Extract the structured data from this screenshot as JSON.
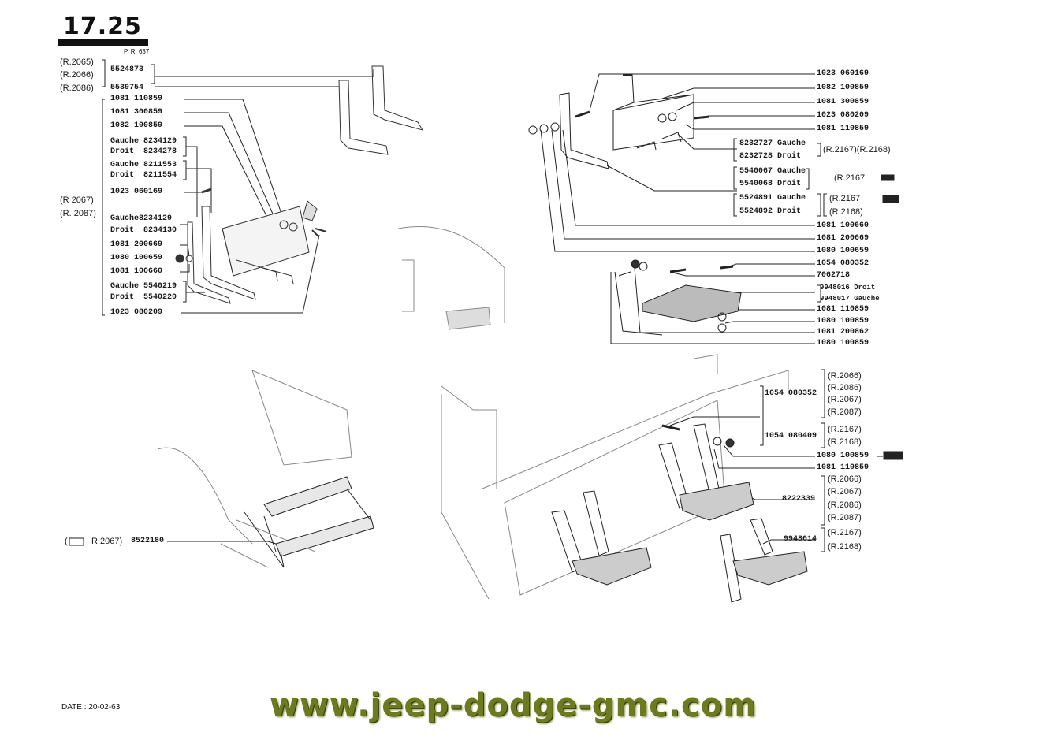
{
  "header": {
    "page_number": "17.25",
    "ref": "P. R. 637"
  },
  "footer": {
    "date": "DATE : 20-02-63",
    "website": "www.jeep-dodge-gmc.com"
  },
  "left_group": {
    "variants_top": [
      "(R.2065)",
      "(R.2066)",
      "(R.2086)"
    ],
    "parts": {
      "p1": "5524873",
      "p2": "5539754",
      "p3": "1081 110859",
      "p4": "1081 300859",
      "p5": "1082 100859",
      "p6a": "Gauche 8234129",
      "p6b": "Droit  8234278",
      "p7a": "Gauche 8211553",
      "p7b": "Droit  8211554",
      "p8": "1023 060169",
      "p9a": "Gauche8234129",
      "p9b": "Droit  8234130",
      "p10": "1081 200669",
      "p11": "1080 100659",
      "p12": "1081 100660",
      "p13a": "Gauche 5540219",
      "p13b": "Droit  5540220",
      "p14": "1023 080209"
    },
    "variants_mid": [
      "(R 2067)",
      "(R. 2087)"
    ]
  },
  "right_top_group": {
    "parts": {
      "a1": "1023 060169",
      "a2": "1082 100859",
      "a3": "1081 300859",
      "a4": "1023 080209",
      "a5": "1081 110859",
      "a6a": "8232727 Gauche",
      "a6b": "8232728 Droit",
      "a6v": "(R.2167)(R.2168)",
      "a7a": "5540067 Gauche",
      "a7b": "5540068 Droit",
      "a7v": "(R.2167",
      "a8a": "5524891 Gauche",
      "a8b": "5524892 Droit",
      "a8v1": "(R.2167",
      "a8v2": "(R.2168)",
      "a9": "1081 100660",
      "a10": "1081 200669",
      "a11": "1080 100659"
    }
  },
  "right_mid_group": {
    "parts": {
      "b1": "1054 080352",
      "b2": "7062718",
      "b3a": "9948016 Droit",
      "b3b": "9948017 Gauche",
      "b4": "1081 110859",
      "b5": "1080 100859",
      "b6": "1081 200862",
      "b7": "1080 100859"
    }
  },
  "right_low_group": {
    "parts": {
      "c1": "1054 080352",
      "c1v": [
        "(R.2066)",
        "(R.2086)",
        "(R.2067)",
        "(R.2087)"
      ],
      "c2": "1054 080409",
      "c2v": [
        "(R.2167)",
        "(R.2168)"
      ],
      "c3": "1080 100859",
      "c4": "1081 110859",
      "c5": "8222339",
      "c5v": [
        "(R.2066)",
        "(R.2067)",
        "(R.2086)",
        "(R.2087)"
      ],
      "c6": "9948014",
      "c6v": [
        "(R.2167)",
        "(R.2168)"
      ]
    }
  },
  "bottom_left": {
    "variant": "R.2067)",
    "part": "8522180"
  }
}
